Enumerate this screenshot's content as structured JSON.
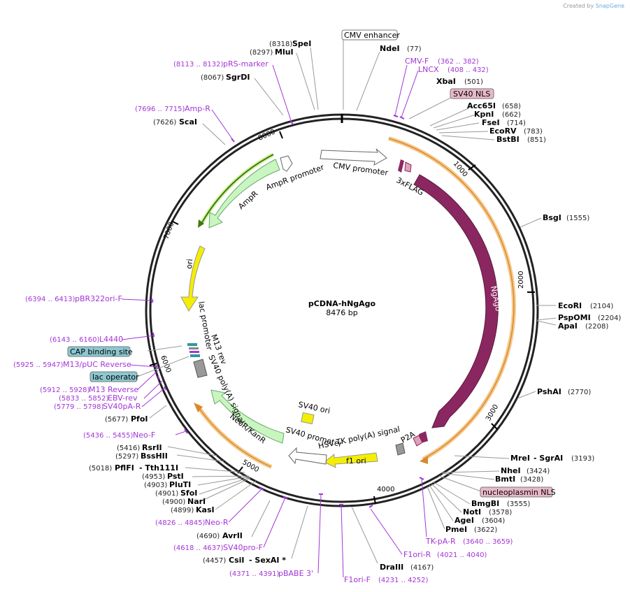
{
  "credit": {
    "prefix": "Created by",
    "brand": "SnapGene"
  },
  "plasmid": {
    "name": "pCDNA-hNgAgo",
    "length": "8476 bp"
  },
  "tick_labels": [
    "1000",
    "2000",
    "3000",
    "4000",
    "5000",
    "6000",
    "7000",
    "8000"
  ],
  "sites": [
    {
      "name": "SpeI",
      "pos": "(8318)"
    },
    {
      "name": "MluI",
      "pos": "(8297)"
    },
    {
      "name": "SgrDI",
      "pos": "(8067)"
    },
    {
      "name": "ScaI",
      "pos": "(7626)"
    },
    {
      "name": "NdeI",
      "pos": "(77)"
    },
    {
      "name": "XbaI",
      "pos": "(501)"
    },
    {
      "name": "Acc65I",
      "pos": "(658)"
    },
    {
      "name": "KpnI",
      "pos": "(662)"
    },
    {
      "name": "FseI",
      "pos": "(714)"
    },
    {
      "name": "EcoRV",
      "pos": "(783)"
    },
    {
      "name": "BstBI",
      "pos": "(851)"
    },
    {
      "name": "BsgI",
      "pos": "(1555)"
    },
    {
      "name": "EcoRI",
      "pos": "(2104)"
    },
    {
      "name": "PspOMI",
      "pos": "(2204)"
    },
    {
      "name": "ApaI",
      "pos": "(2208)"
    },
    {
      "name": "PshAI",
      "pos": "(2770)"
    },
    {
      "name": "MreI",
      "pos": "(3193)",
      "pair": "- SgrAI"
    },
    {
      "name": "NheI",
      "pos": "(3424)"
    },
    {
      "name": "BmtI",
      "pos": "(3428)"
    },
    {
      "name": "BmgBI",
      "pos": "(3555)"
    },
    {
      "name": "NotI",
      "pos": "(3578)"
    },
    {
      "name": "AgeI",
      "pos": "(3604)"
    },
    {
      "name": "PmeI",
      "pos": "(3622)"
    },
    {
      "name": "DraIII",
      "pos": "(4167)"
    },
    {
      "name": "CsiI",
      "pos": "(4457)",
      "pair": "- SexAI *"
    },
    {
      "name": "AvrII",
      "pos": "(4690)"
    },
    {
      "name": "KasI",
      "pos": "(4899)"
    },
    {
      "name": "NarI",
      "pos": "(4900)"
    },
    {
      "name": "SfoI",
      "pos": "(4901)"
    },
    {
      "name": "PluTI",
      "pos": "(4903)"
    },
    {
      "name": "PstI",
      "pos": "(4953)"
    },
    {
      "name": "PflFI",
      "pos": "(5018)",
      "pair": "- Tth111I"
    },
    {
      "name": "BssHII",
      "pos": "(5297)"
    },
    {
      "name": "RsrII",
      "pos": "(5416)"
    },
    {
      "name": "PfoI",
      "pos": "(5677)"
    }
  ],
  "primers": [
    {
      "name": "pRS-marker",
      "range": "(8113 .. 8132)"
    },
    {
      "name": "Amp-R",
      "range": "(7696 .. 7715)"
    },
    {
      "name": "CMV-F",
      "range": "(362 .. 382)"
    },
    {
      "name": "LNCX",
      "range": "(408 .. 432)"
    },
    {
      "name": "pBR322ori-F",
      "range": "(6394 .. 6413)"
    },
    {
      "name": "L4440",
      "range": "(6143 .. 6160)"
    },
    {
      "name": "M13/pUC Reverse",
      "range": "(5925 .. 5947)"
    },
    {
      "name": "M13 Reverse",
      "range": "(5912 .. 5928)"
    },
    {
      "name": "EBV-rev",
      "range": "(5833 .. 5852)"
    },
    {
      "name": "SV40pA-R",
      "range": "(5779 .. 5798)"
    },
    {
      "name": "Neo-F",
      "range": "(5436 .. 5455)"
    },
    {
      "name": "Neo-R",
      "range": "(4826 .. 4845)"
    },
    {
      "name": "SV40pro-F",
      "range": "(4618 .. 4637)"
    },
    {
      "name": "pBABE 3'",
      "range": "(4371 .. 4391)"
    },
    {
      "name": "F1ori-F",
      "range": "(4231 .. 4252)"
    },
    {
      "name": "F1ori-R",
      "range": "(4021 .. 4040)"
    },
    {
      "name": "TK-pA-R",
      "range": "(3640 .. 3659)"
    }
  ],
  "boxed_features": [
    {
      "name": "CMV enhancer",
      "color": "#ffffff"
    },
    {
      "name": "SV40 NLS",
      "color": "#e8b8c8"
    },
    {
      "name": "nucleoplasmin NLS",
      "color": "#e8b8c8"
    },
    {
      "name": "CAP binding site",
      "color": "#8cc8d2"
    },
    {
      "name": "lac operator",
      "color": "#8cc8d2"
    }
  ],
  "inner_features": [
    {
      "name": "CMV promoter"
    },
    {
      "name": "3xFLAG"
    },
    {
      "name": "NgAgo"
    },
    {
      "name": "P2A"
    },
    {
      "name": "HSV TK poly(A) signal"
    },
    {
      "name": "f1 ori"
    },
    {
      "name": "SV40 promoter"
    },
    {
      "name": "SV40 ori"
    },
    {
      "name": "NeoR/KanR"
    },
    {
      "name": "SV40 poly(A) signal"
    },
    {
      "name": "M13 rev"
    },
    {
      "name": "lac promoter"
    },
    {
      "name": "ori"
    },
    {
      "name": "AmpR"
    },
    {
      "name": "AmpR promoter"
    }
  ],
  "colors": {
    "ngago": "#8b2760",
    "ampr": "#c8f5c0",
    "ori": "#f4ee00",
    "f1ori": "#f4ee00",
    "neor": "#c8f5c0",
    "orf": "#f3b46a",
    "primer": "#a335d6",
    "grey": "#999999"
  }
}
